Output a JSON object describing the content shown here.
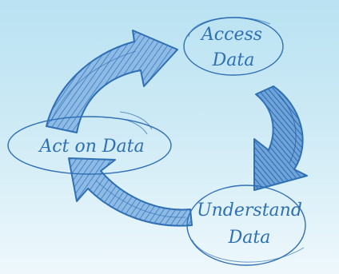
{
  "diagram": {
    "colors": {
      "background_top": "#b9e2f2",
      "background_bottom": "#eef8fc",
      "ink": "#2f6fb4",
      "arrow_fill": "#7fb0df"
    },
    "nodes": [
      {
        "line1": "Access",
        "line2": "Data"
      },
      {
        "line1": "Understand",
        "line2": "Data"
      },
      {
        "line1": "Act on Data",
        "line2": ""
      }
    ]
  }
}
